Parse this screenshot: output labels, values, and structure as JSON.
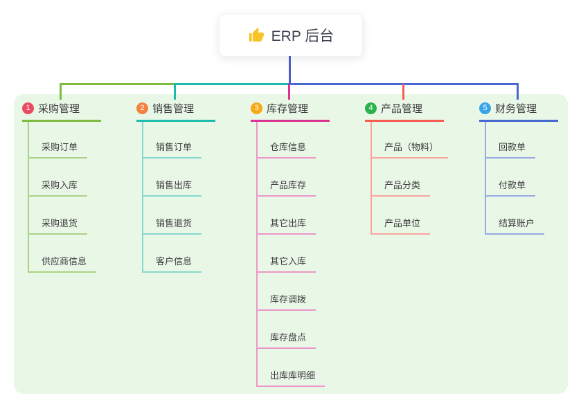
{
  "root": {
    "title": "ERP 后台",
    "icon": "thumbs-up",
    "line_color": "#4f5bc8"
  },
  "colors": {
    "panel_bg": "#e9f7e7",
    "text": "#3b3b3b"
  },
  "branches": [
    {
      "num": "1",
      "title": "采购管理",
      "badge_color": "#ea4b60",
      "line_color": "#7eba3e",
      "light_color": "#abd284",
      "children": [
        "采购订单",
        "采购入库",
        "采购退货",
        "供应商信息"
      ]
    },
    {
      "num": "2",
      "title": "销售管理",
      "badge_color": "#f5823c",
      "line_color": "#1bbcae",
      "light_color": "#85d8cc",
      "children": [
        "销售订单",
        "销售出库",
        "销售退货",
        "客户信息"
      ]
    },
    {
      "num": "3",
      "title": "库存管理",
      "badge_color": "#f7a919",
      "line_color": "#dc3391",
      "light_color": "#ee96c8",
      "children": [
        "仓库信息",
        "产品库存",
        "其它出库",
        "其它入库",
        "库存调拨",
        "库存盘点",
        "出库库明细"
      ]
    },
    {
      "num": "4",
      "title": "产品管理",
      "badge_color": "#2bb24c",
      "line_color": "#f85b52",
      "light_color": "#f9a49d",
      "children": [
        "产品（物料）",
        "产品分类",
        "产品单位"
      ]
    },
    {
      "num": "5",
      "title": "财务管理",
      "badge_color": "#39a4ea",
      "line_color": "#4668d0",
      "light_color": "#97abe0",
      "children": [
        "回款单",
        "付款单",
        "结算账户"
      ]
    }
  ]
}
